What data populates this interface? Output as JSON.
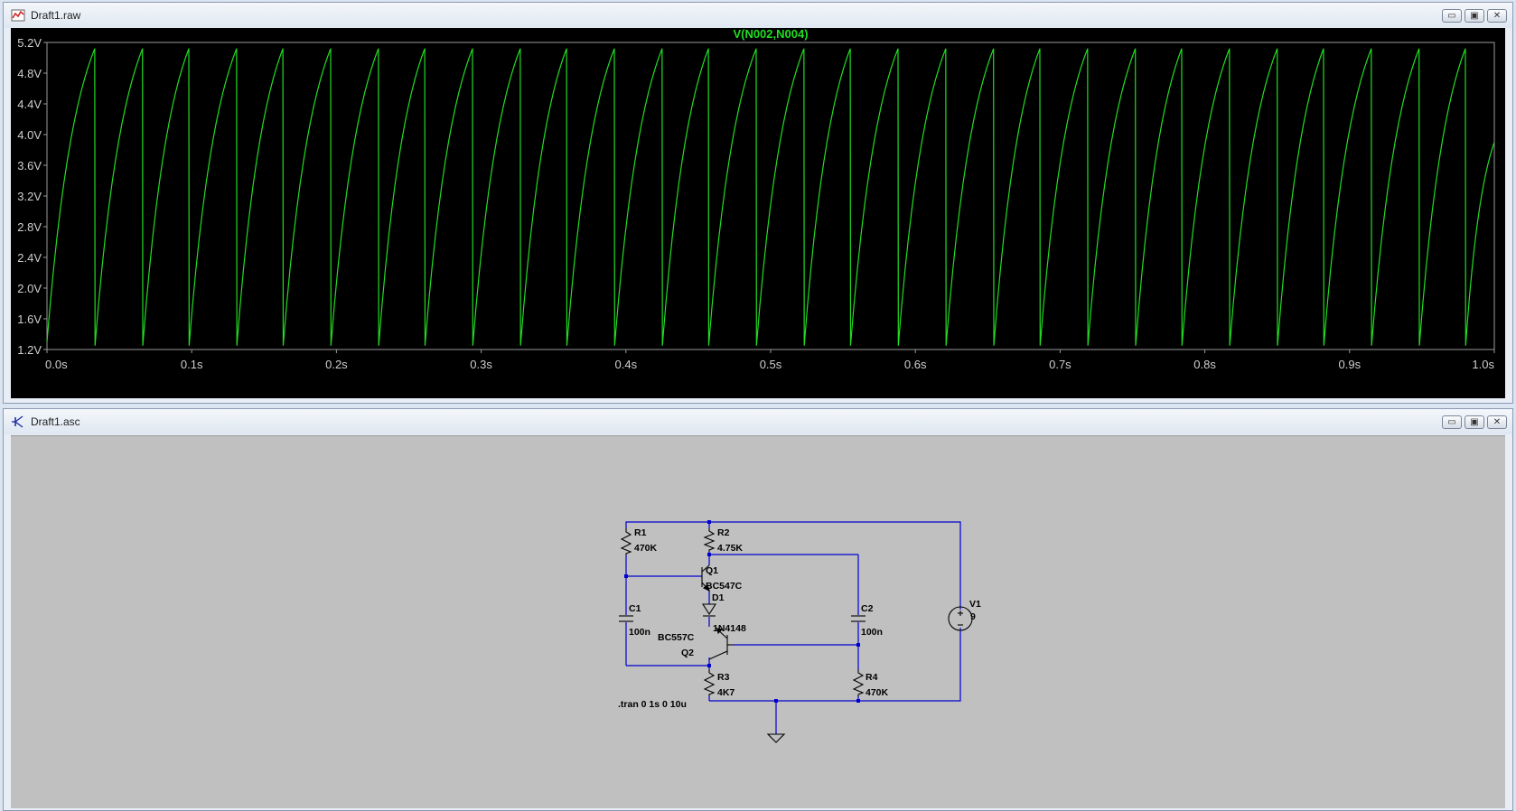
{
  "windows": {
    "plot": {
      "title": "Draft1.raw"
    },
    "schematic": {
      "title": "Draft1.asc"
    }
  },
  "window_buttons": {
    "minimize": "▭",
    "restore": "▣",
    "close": "✕"
  },
  "colors": {
    "trace": "#22dd22",
    "wire": "#0000d0",
    "component": "#000000",
    "plot_background": "#000000",
    "schematic_background": "#c0c0c0",
    "axis_text": "#cfcfcf"
  },
  "chart_data": {
    "type": "line",
    "title": "V(N002,N004)",
    "xlabel": "",
    "ylabel": "",
    "xlim": [
      0,
      1
    ],
    "ylim": [
      1.2,
      5.2
    ],
    "x_ticks": [
      "0.0s",
      "0.1s",
      "0.2s",
      "0.3s",
      "0.4s",
      "0.5s",
      "0.6s",
      "0.7s",
      "0.8s",
      "0.9s",
      "1.0s"
    ],
    "y_ticks": [
      "1.2V",
      "1.6V",
      "2.0V",
      "2.4V",
      "2.8V",
      "3.2V",
      "3.6V",
      "4.0V",
      "4.4V",
      "4.8V",
      "5.2V"
    ],
    "grid": false,
    "series": [
      {
        "name": "V(N002,N004)",
        "shape": "sawtooth",
        "start": [
          0.0,
          1.3
        ],
        "min_value": 1.25,
        "peak_value": 5.12,
        "end": [
          1.0,
          3.9
        ],
        "peak_times": [
          0.033,
          0.066,
          0.098,
          0.131,
          0.163,
          0.196,
          0.229,
          0.261,
          0.294,
          0.327,
          0.359,
          0.392,
          0.425,
          0.457,
          0.49,
          0.523,
          0.555,
          0.588,
          0.621,
          0.654,
          0.686,
          0.719,
          0.752,
          0.784,
          0.817,
          0.85,
          0.882,
          0.915,
          0.948,
          0.98
        ]
      }
    ]
  },
  "schematic": {
    "components": {
      "R1": {
        "ref": "R1",
        "value": "470K"
      },
      "R2": {
        "ref": "R2",
        "value": "4.75K"
      },
      "R3": {
        "ref": "R3",
        "value": "4K7"
      },
      "R4": {
        "ref": "R4",
        "value": "470K"
      },
      "C1": {
        "ref": "C1",
        "value": "100n"
      },
      "C2": {
        "ref": "C2",
        "value": "100n"
      },
      "Q1": {
        "ref": "Q1",
        "value": "BC547C"
      },
      "Q2": {
        "ref": "Q2",
        "value": "BC557C"
      },
      "D1": {
        "ref": "D1",
        "value": "1N4148"
      },
      "V1": {
        "ref": "V1",
        "value": "9"
      }
    },
    "directive": ".tran 0 1s 0 10u"
  }
}
